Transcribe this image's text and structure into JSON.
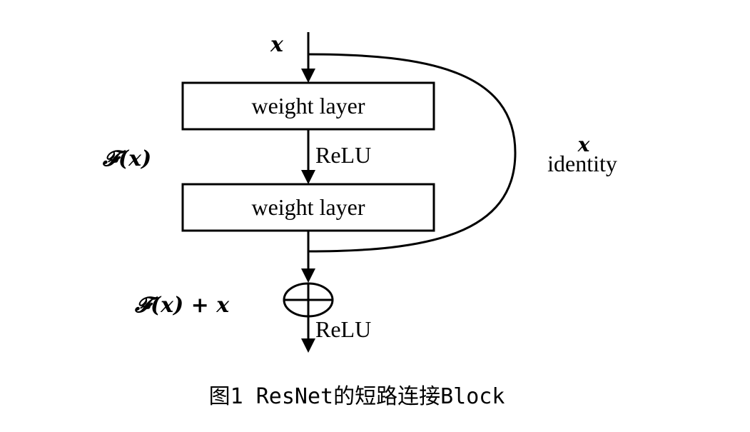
{
  "diagram": {
    "input_label": "x",
    "layer1_label": "weight layer",
    "relu1_label": "ReLU",
    "layer2_label": "weight layer",
    "residual_label": "𝓕(𝒙)",
    "skip_x_label": "x",
    "skip_identity_label": "identity",
    "sum_label": "𝓕(𝒙) + 𝒙",
    "relu2_label": "ReLU"
  },
  "caption": "图1  ResNet的短路连接Block"
}
